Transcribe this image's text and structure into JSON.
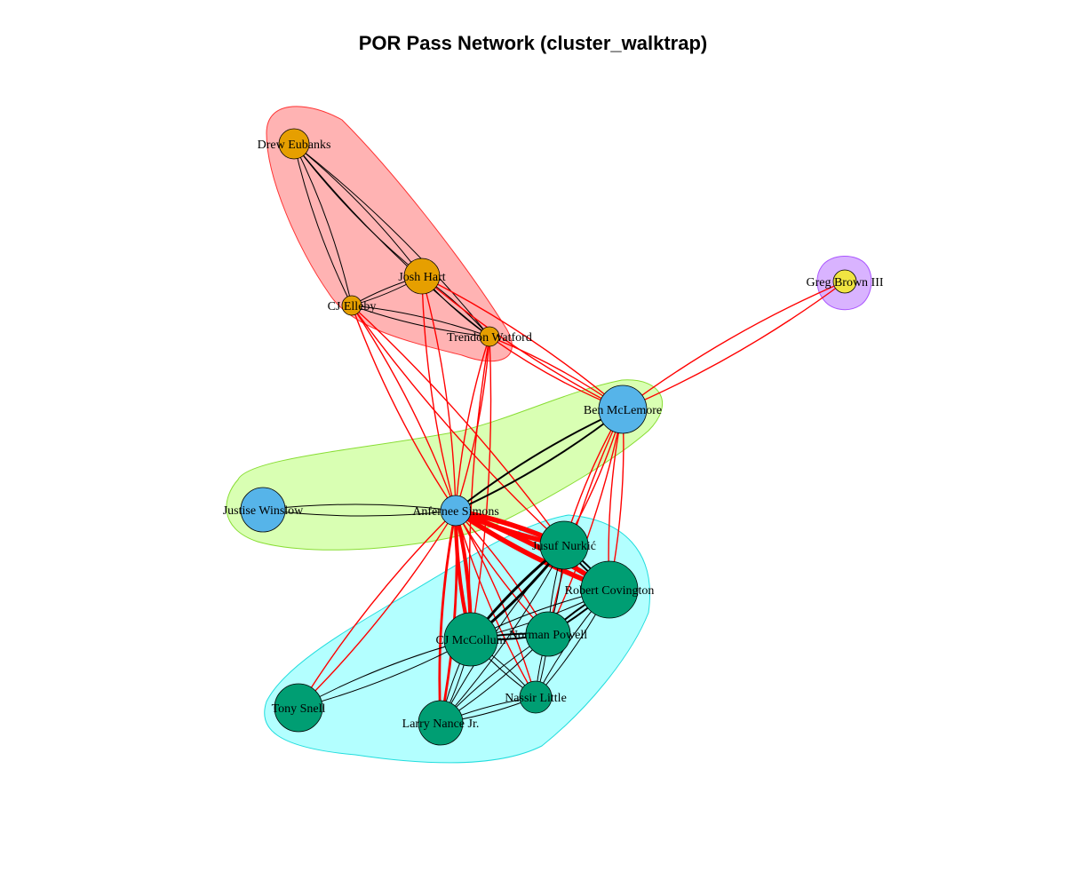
{
  "title": "POR Pass Network (cluster_walktrap)",
  "colors": {
    "cluster_red": "#FF9A9A",
    "cluster_green": "#CCFF99",
    "cluster_cyan": "#99FFFF",
    "cluster_purple": "#CC99FF",
    "node_orange": "#E69F00",
    "node_blue": "#56B4E9",
    "node_green": "#009E73",
    "node_yellow": "#F0E442",
    "edge_between": "#FF0000",
    "edge_within": "#000000"
  },
  "clusters": [
    {
      "name": "cluster-1",
      "fill": "#FF9A9A",
      "stroke": "#FF3333"
    },
    {
      "name": "cluster-2",
      "fill": "#CCFF99",
      "stroke": "#88DD33"
    },
    {
      "name": "cluster-3",
      "fill": "#99FFFF",
      "stroke": "#22DDDD"
    },
    {
      "name": "cluster-4",
      "fill": "#CC99FF",
      "stroke": "#AA55FF"
    }
  ],
  "nodes": [
    {
      "id": "drew",
      "label": "Drew Eubanks",
      "cluster": 1
    },
    {
      "id": "josh",
      "label": "Josh Hart",
      "cluster": 1
    },
    {
      "id": "elleby",
      "label": "CJ Elleby",
      "cluster": 1
    },
    {
      "id": "watford",
      "label": "Trendon Watford",
      "cluster": 1
    },
    {
      "id": "greg",
      "label": "Greg Brown III",
      "cluster": 4
    },
    {
      "id": "ben",
      "label": "Ben McLemore",
      "cluster": 2
    },
    {
      "id": "winslow",
      "label": "Justise Winslow",
      "cluster": 2
    },
    {
      "id": "simons",
      "label": "Anfernee Simons",
      "cluster": 2
    },
    {
      "id": "nurkic",
      "label": "Jusuf Nurkić",
      "cluster": 3
    },
    {
      "id": "covington",
      "label": "Robert Covington",
      "cluster": 3
    },
    {
      "id": "mccollum",
      "label": "CJ McCollum",
      "cluster": 3
    },
    {
      "id": "powell",
      "label": "Norman Powell",
      "cluster": 3
    },
    {
      "id": "snell",
      "label": "Tony Snell",
      "cluster": 3
    },
    {
      "id": "little",
      "label": "Nassir Little",
      "cluster": 3
    },
    {
      "id": "nance",
      "label": "Larry Nance Jr.",
      "cluster": 3
    }
  ],
  "edges": [
    {
      "from": "drew",
      "to": "josh",
      "weight": 1
    },
    {
      "from": "drew",
      "to": "elleby",
      "weight": 1
    },
    {
      "from": "drew",
      "to": "watford",
      "weight": 1
    },
    {
      "from": "josh",
      "to": "elleby",
      "weight": 1
    },
    {
      "from": "josh",
      "to": "watford",
      "weight": 1
    },
    {
      "from": "elleby",
      "to": "watford",
      "weight": 1
    },
    {
      "from": "elleby",
      "to": "simons",
      "weight": 1
    },
    {
      "from": "josh",
      "to": "simons",
      "weight": 1
    },
    {
      "from": "watford",
      "to": "simons",
      "weight": 1
    },
    {
      "from": "watford",
      "to": "ben",
      "weight": 1
    },
    {
      "from": "josh",
      "to": "ben",
      "weight": 1
    },
    {
      "from": "watford",
      "to": "mccollum",
      "weight": 1
    },
    {
      "from": "elleby",
      "to": "nurkic",
      "weight": 1
    },
    {
      "from": "greg",
      "to": "ben",
      "weight": 1
    },
    {
      "from": "ben",
      "to": "simons",
      "weight": 2
    },
    {
      "from": "winslow",
      "to": "simons",
      "weight": 1
    },
    {
      "from": "ben",
      "to": "nurkic",
      "weight": 1
    },
    {
      "from": "ben",
      "to": "covington",
      "weight": 1
    },
    {
      "from": "ben",
      "to": "powell",
      "weight": 1
    },
    {
      "from": "simons",
      "to": "nurkic",
      "weight": 4
    },
    {
      "from": "simons",
      "to": "covington",
      "weight": 4
    },
    {
      "from": "simons",
      "to": "mccollum",
      "weight": 3
    },
    {
      "from": "simons",
      "to": "powell",
      "weight": 1
    },
    {
      "from": "simons",
      "to": "little",
      "weight": 1
    },
    {
      "from": "simons",
      "to": "nance",
      "weight": 2
    },
    {
      "from": "simons",
      "to": "snell",
      "weight": 1
    },
    {
      "from": "nurkic",
      "to": "covington",
      "weight": 2
    },
    {
      "from": "nurkic",
      "to": "mccollum",
      "weight": 3
    },
    {
      "from": "nurkic",
      "to": "powell",
      "weight": 1
    },
    {
      "from": "covington",
      "to": "mccollum",
      "weight": 1
    },
    {
      "from": "covington",
      "to": "powell",
      "weight": 2
    },
    {
      "from": "covington",
      "to": "little",
      "weight": 1
    },
    {
      "from": "mccollum",
      "to": "powell",
      "weight": 2
    },
    {
      "from": "mccollum",
      "to": "little",
      "weight": 1
    },
    {
      "from": "mccollum",
      "to": "nance",
      "weight": 1
    },
    {
      "from": "mccollum",
      "to": "snell",
      "weight": 1
    },
    {
      "from": "powell",
      "to": "little",
      "weight": 1
    },
    {
      "from": "powell",
      "to": "nance",
      "weight": 1
    },
    {
      "from": "little",
      "to": "nance",
      "weight": 1
    },
    {
      "from": "nurkic",
      "to": "nance",
      "weight": 1
    }
  ]
}
